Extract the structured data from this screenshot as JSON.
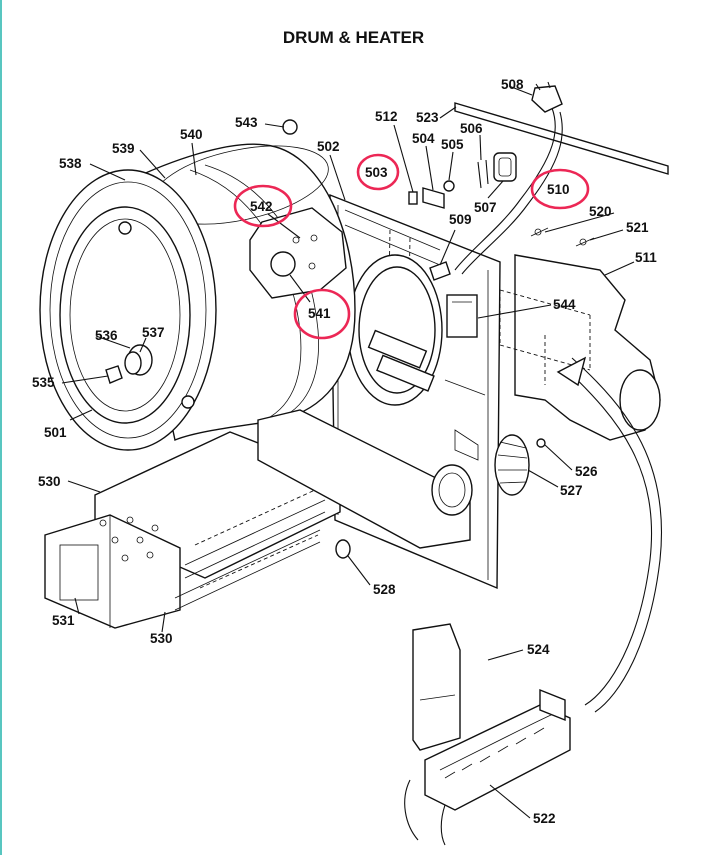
{
  "title": "DRUM & HEATER",
  "colors": {
    "highlight": "#ec2755",
    "left_rule": "#58c6c0",
    "ink": "#111111"
  },
  "highlighted_parts": [
    "503",
    "510",
    "541",
    "542"
  ],
  "labels": {
    "l501": "501",
    "l502": "502",
    "l503": "503",
    "l504": "504",
    "l505": "505",
    "l506": "506",
    "l507": "507",
    "l508": "508",
    "l509": "509",
    "l510": "510",
    "l511": "511",
    "l512": "512",
    "l520": "520",
    "l521": "521",
    "l522": "522",
    "l523": "523",
    "l524": "524",
    "l526": "526",
    "l527": "527",
    "l528": "528",
    "l530a": "530",
    "l530b": "530",
    "l531": "531",
    "l535": "535",
    "l536": "536",
    "l537": "537",
    "l538": "538",
    "l539": "539",
    "l540": "540",
    "l541": "541",
    "l542": "542",
    "l543": "543",
    "l544": "544"
  }
}
